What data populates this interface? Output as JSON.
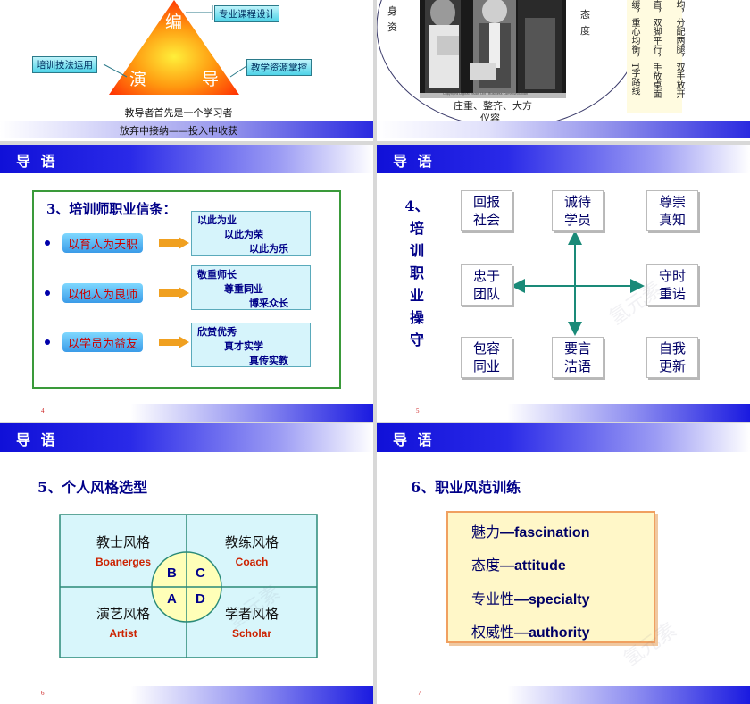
{
  "slide1": {
    "triangle": {
      "top": "编",
      "left": "演",
      "right": "导"
    },
    "boxes": {
      "top_right": "专业课程设计",
      "left": "培训技法运用",
      "right": "教学资源掌控"
    },
    "caption": "教导者首先是一个学习者",
    "band_text": "放弃中接纳——投入中收获"
  },
  "slide2": {
    "left_text": [
      "身",
      "资"
    ],
    "right_text": [
      "态",
      "度"
    ],
    "photo_caption_small": "Copyright Digital Vision Ltd · Business Communication",
    "caption_line1": "庄重、整齐、大方",
    "caption_line2": "仪容",
    "vertical_cols": [
      "均，分配两腿，双手放开",
      "直，双脚平行，手放桌面",
      "缓，重心均衡，T字路线"
    ]
  },
  "slide3": {
    "header": "导 语",
    "title": "3、培训师职业信条：",
    "rows": [
      {
        "label": "以育人为天职",
        "quotes": [
          "以此为业",
          "以此为荣",
          "以此为乐"
        ]
      },
      {
        "label": "以他人为良师",
        "quotes": [
          "敬重师长",
          "尊重同业",
          "博采众长"
        ]
      },
      {
        "label": "以学员为益友",
        "quotes": [
          "欣赏优秀",
          "真才实学",
          "真传实教"
        ]
      }
    ],
    "page": "4"
  },
  "slide4": {
    "header": "导 语",
    "title_chars": [
      "4、",
      "培",
      "训",
      "职",
      "业",
      "操",
      "守"
    ],
    "boxes": {
      "tl": [
        "回报",
        "社会"
      ],
      "tc": [
        "诚待",
        "学员"
      ],
      "tr": [
        "尊崇",
        "真知"
      ],
      "ml": [
        "忠于",
        "团队"
      ],
      "mr": [
        "守时",
        "重诺"
      ],
      "bl": [
        "包容",
        "同业"
      ],
      "bc": [
        "要言",
        "洁语"
      ],
      "br": [
        "自我",
        "更新"
      ]
    },
    "watermark": "氢元素",
    "page": "5"
  },
  "slide5": {
    "header": "导 语",
    "title": "5、个人风格选型",
    "quadrants": [
      {
        "cn": "教士风格",
        "en": "Boanerges"
      },
      {
        "cn": "教练风格",
        "en": "Coach"
      },
      {
        "cn": "演艺风格",
        "en": "Artist"
      },
      {
        "cn": "学者风格",
        "en": "Scholar"
      }
    ],
    "letters": {
      "tl": "B",
      "tr": "C",
      "bl": "A",
      "br": "D"
    },
    "watermark": "氢元素",
    "page": "6"
  },
  "slide6": {
    "header": "导 语",
    "title": "6、职业风范训练",
    "items": [
      {
        "cn": "魅力",
        "en": "—fascination"
      },
      {
        "cn": "态度",
        "en": "—attitude"
      },
      {
        "cn": "专业性",
        "en": "—specialty"
      },
      {
        "cn": "权威性",
        "en": "—authority"
      }
    ],
    "watermark": "氢元素",
    "page": "7"
  }
}
